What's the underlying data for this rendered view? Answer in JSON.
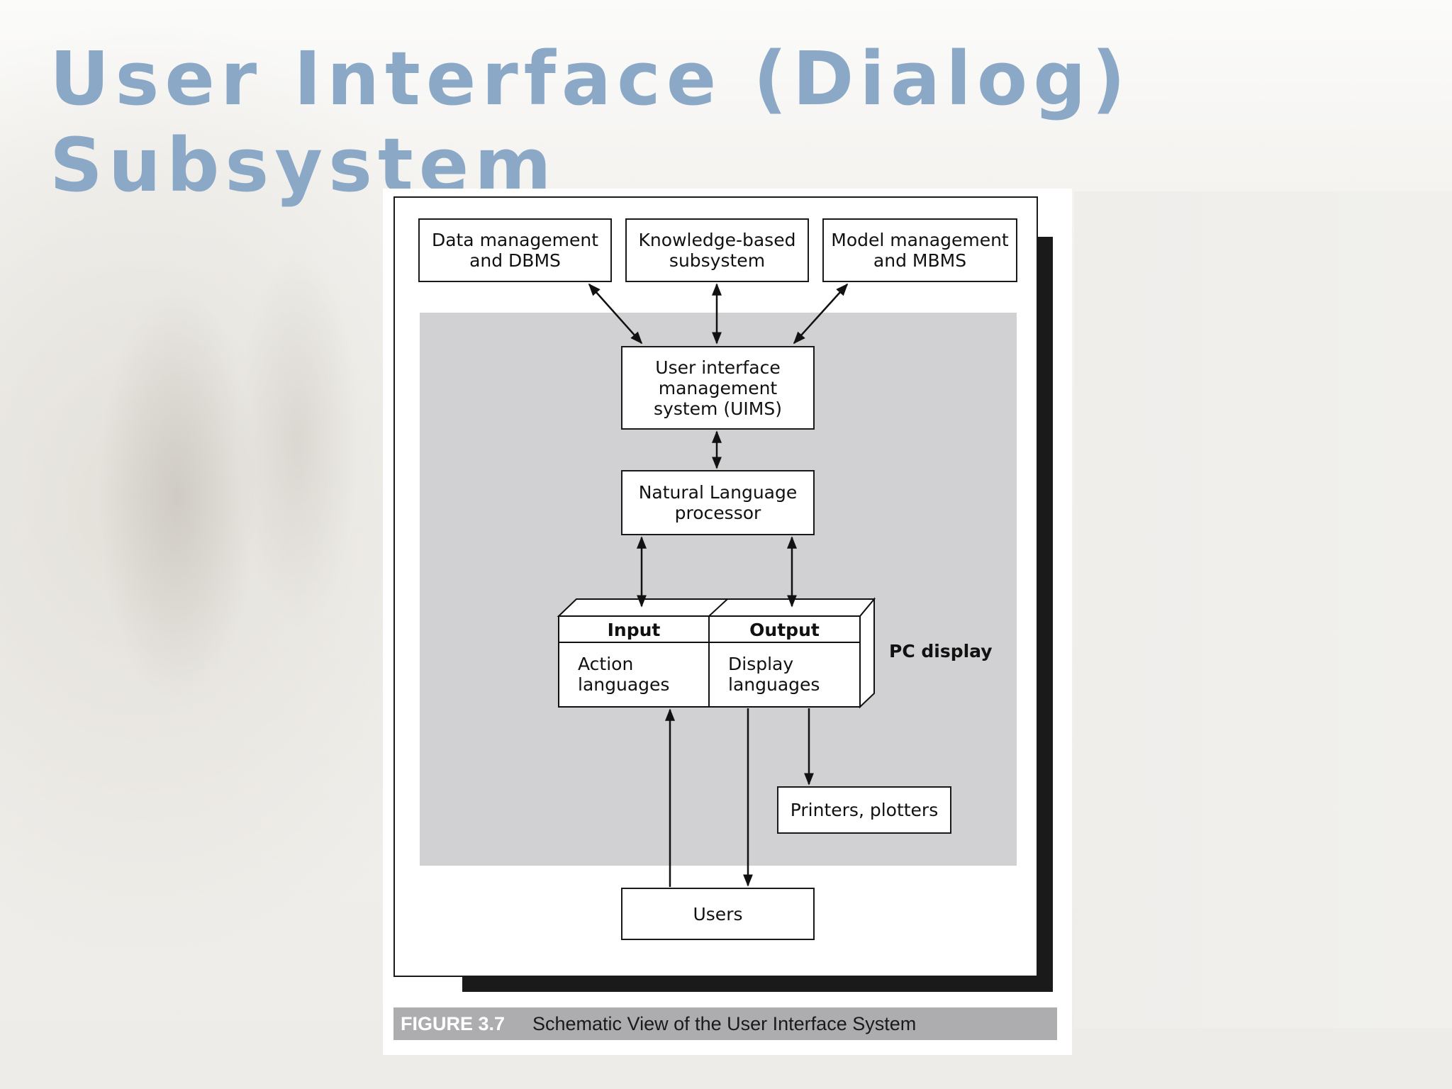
{
  "slide": {
    "title_line1": "User Interface (Dialog)",
    "title_line2": "Subsystem"
  },
  "diagram": {
    "top_boxes": [
      {
        "label": "Data management\nand DBMS"
      },
      {
        "label": "Knowledge-based\nsubsystem"
      },
      {
        "label": "Model management\nand MBMS"
      }
    ],
    "uims_label": "User interface\nmanagement\nsystem (UIMS)",
    "nlp_label": "Natural Language\nprocessor",
    "pc_display": {
      "input_header": "Input",
      "input_body": "Action\nlanguages",
      "output_header": "Output",
      "output_body": "Display\nlanguages",
      "label": "PC display"
    },
    "printers_label": "Printers, plotters",
    "users_label": "Users"
  },
  "caption": {
    "figure_number": "FIGURE 3.7",
    "text": "Schematic View of the User Interface System"
  },
  "colors": {
    "title": "#8ba9c6",
    "gray_area": "#d1d1d3",
    "caption_bar": "#adadaf"
  }
}
